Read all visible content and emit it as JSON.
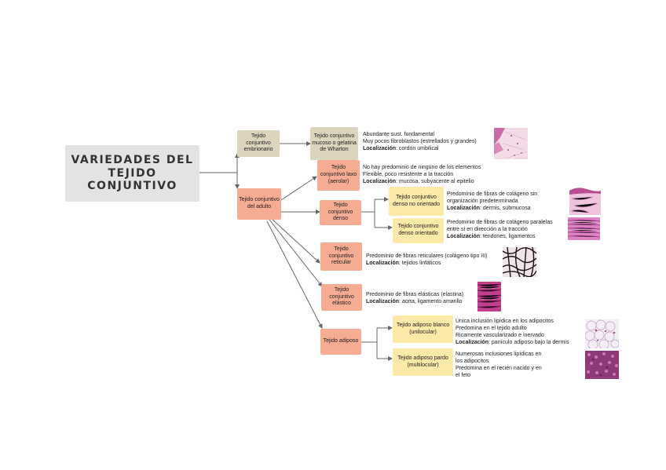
{
  "title": [
    "VARIEDADES DEL",
    "TEJIDO",
    "CONJUNTIVO"
  ],
  "nodes": {
    "embrionario": "Tejido conjuntivo embrionario",
    "mucoso": "Tejido conjuntivo mucoso o gelatina de Wharton",
    "adulto": "Tejido conjuntivo del adulto",
    "laxo": "Tejido conjuntivo laxo (aerolar)",
    "denso": "Tejido conjuntivo denso",
    "denso_no_orientado": "Tejido conjuntivo denso no orientado",
    "denso_orientado": "Tejido conjuntivo denso orientado",
    "reticular": "Tejido conjuntivo reticular",
    "elastico": "Tejido conjuntivo elástico",
    "adiposo": "Tejido adiposo",
    "adiposo_blanco": "Tejido adiposo blanco (unilocular)",
    "adiposo_pardo": "Tejido adiposo pardo (multilocular)"
  },
  "loc_label": "Localización",
  "descriptions": {
    "mucoso": {
      "lines": [
        "Abundante sust. fundamental",
        "Muy pocos fibroblastos (estrellados y grandes)"
      ],
      "loc": ": cordón umbilical"
    },
    "laxo": {
      "lines": [
        "No hay predominio de ninguno de los elementos",
        "Flexible, poco resistente a la tracción"
      ],
      "loc": ": mucosa, subyacente al epitelio"
    },
    "denso_no_orientado": {
      "lines": [
        "Predominio de fibras de colágeno sin",
        "organización predeterminada"
      ],
      "loc": ": dermis, submucosa"
    },
    "denso_orientado": {
      "lines": [
        "Predominio de fibras de colágeno paralelas",
        "entre sí en dirección a la tracción"
      ],
      "loc": ": tendones, ligamentos"
    },
    "reticular": {
      "lines": [
        "Predominio de fibras reticulares (colágeno tipo III)"
      ],
      "loc": ": tejidos linfáticos"
    },
    "elastico": {
      "lines": [
        "Predominio de fibras elásticas (elastina)"
      ],
      "loc": ": aorta, ligamento amarillo"
    },
    "adiposo_blanco": {
      "lines": [
        "Única inclusión lipídica en los adipocitos",
        "Predomina en el tejido adulto",
        "Ricamente vascularizado e inervado"
      ],
      "loc": ": panículo adiposo bajo la dermis"
    },
    "adiposo_pardo": {
      "lines": [
        "Numerosas inclusiones lipídicas en",
        "los adipocitos",
        "Predomina en el recién nacido y en",
        "el feto"
      ],
      "loc": ""
    }
  },
  "colors": {
    "title_bg": "#e3e3e3",
    "tan": "#ddd4bd",
    "salmon": "#f6ab93",
    "yellow": "#fdeaa8",
    "connector": "#666666"
  },
  "images": [
    "micrograph-mucoso",
    "micrograph-denso-no-orientado",
    "micrograph-denso-orientado",
    "micrograph-reticular",
    "micrograph-elastico",
    "micrograph-adiposo-blanco",
    "micrograph-adiposo-pardo"
  ]
}
